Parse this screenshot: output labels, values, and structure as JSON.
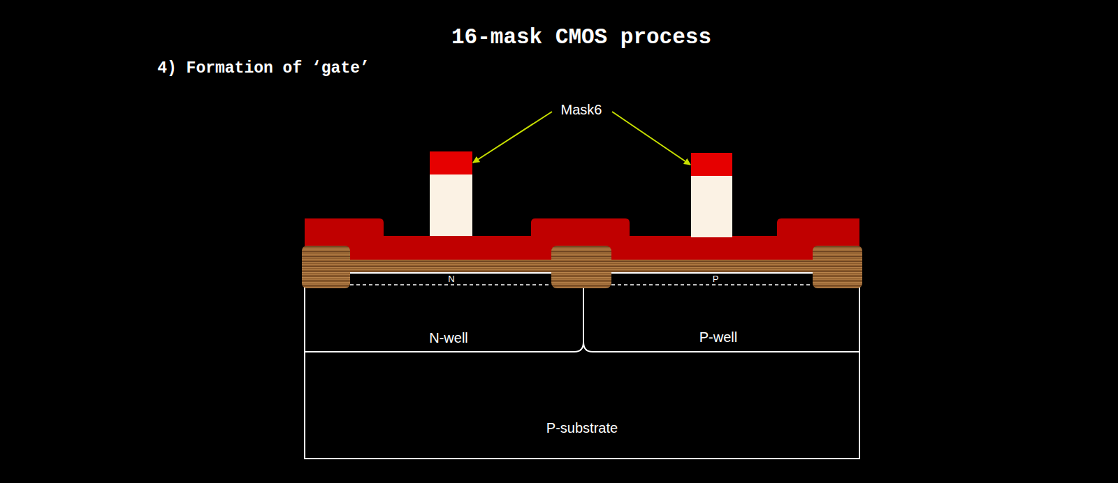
{
  "diagram": {
    "title": "16-mask CMOS process",
    "nodes": [
      {
        "text": [
          "P-substrate"
        ]
      },
      {
        "text": [
          "N-well"
        ],
        "in": 0
      },
      {
        "text": [
          "P-well"
        ],
        "in": 0
      }
    ],
    "edges": [],
    "labels": [
      "4) Formation of ‘gate’",
      "Mask6",
      "N",
      "P"
    ]
  }
}
